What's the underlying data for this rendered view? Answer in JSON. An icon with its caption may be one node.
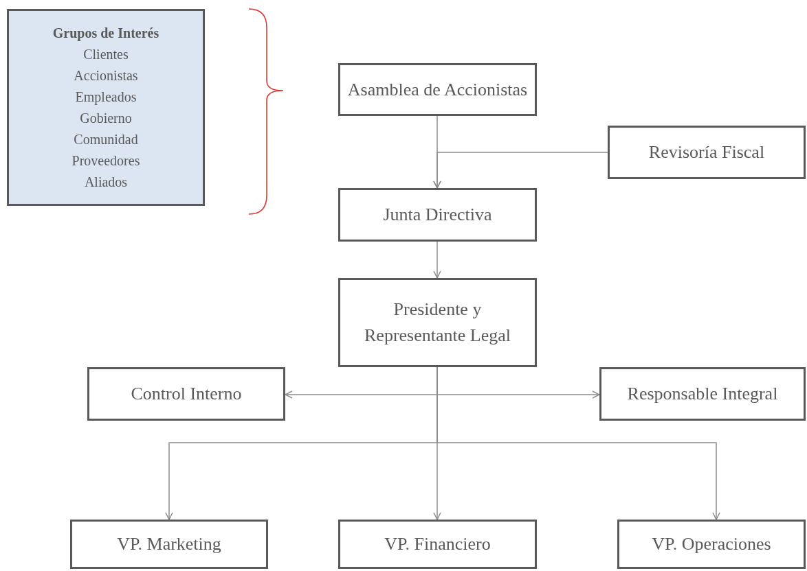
{
  "diagram": {
    "nodes": [
      {
        "text": [
          "Grupos de Interés",
          "Clientes",
          "Accionistas",
          "Empleados",
          "Gobierno",
          "Comunidad",
          "Proveedores",
          "Aliados"
        ]
      },
      {
        "text": [
          "Asamblea de Accionistas"
        ]
      },
      {
        "text": [
          "Revisoría Fiscal"
        ]
      },
      {
        "text": [
          "Junta Directiva"
        ]
      },
      {
        "text": [
          "Presidente y Representante Legal"
        ]
      },
      {
        "text": [
          "Control Interno"
        ]
      },
      {
        "text": [
          "Responsable Integral"
        ]
      },
      {
        "text": [
          "VP. Marketing"
        ]
      },
      {
        "text": [
          "VP. Financiero"
        ]
      },
      {
        "text": [
          "VP. Operaciones"
        ]
      }
    ],
    "edges": [
      {
        "from": 1,
        "to": 3,
        "arrow": "to"
      },
      {
        "from": 2,
        "to": 3,
        "arrow": "to"
      },
      {
        "from": 3,
        "to": 4,
        "arrow": "to"
      },
      {
        "from": 4,
        "to": 5,
        "arrow": "to"
      },
      {
        "from": 4,
        "to": 6,
        "arrow": "to"
      },
      {
        "from": 4,
        "to": 7,
        "arrow": "to"
      },
      {
        "from": 4,
        "to": 8,
        "arrow": "to"
      },
      {
        "from": 4,
        "to": 9,
        "arrow": "to"
      }
    ]
  }
}
